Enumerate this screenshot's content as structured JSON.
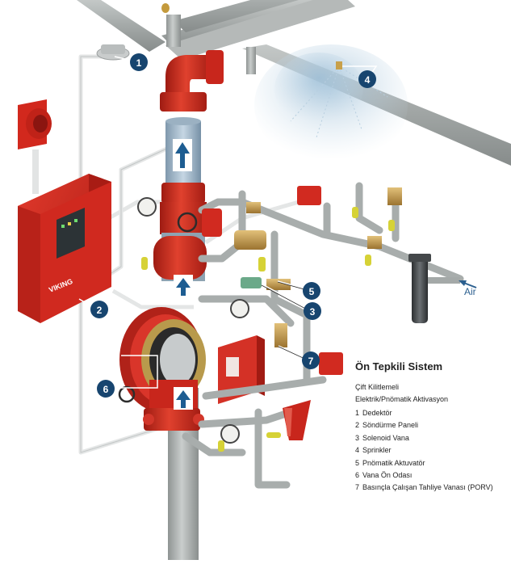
{
  "diagram": {
    "brand_label": "VIKING",
    "air_label": "Air",
    "callouts": [
      "1",
      "2",
      "3",
      "4",
      "5",
      "6",
      "7"
    ],
    "colors": {
      "pipe": "#a7acab",
      "valve_red": "#c8261c",
      "panel_red": "#d32b22",
      "callout_blue": "#17456f",
      "flow_arrow": "#1d5d92"
    },
    "legend": {
      "title": "Ön Tepkili Sistem",
      "subtitle_1": "Çift Kilitlemeli",
      "subtitle_2": "Elektrik/Pnömatik Aktivasyon",
      "items": [
        {
          "num": "1",
          "label": "Dedektör"
        },
        {
          "num": "2",
          "label": "Söndürme Paneli"
        },
        {
          "num": "3",
          "label": "Solenoid Vana"
        },
        {
          "num": "4",
          "label": "Sprinkler"
        },
        {
          "num": "5",
          "label": "Pnömatik Aktuvatör"
        },
        {
          "num": "6",
          "label": "Vana Ön Odası"
        },
        {
          "num": "7",
          "label": "Basınçla Çalışan Tahliye Vanası (PORV)"
        }
      ]
    }
  }
}
